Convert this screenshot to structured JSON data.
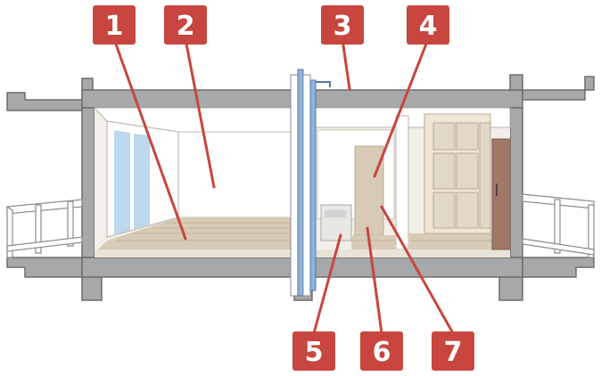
{
  "colors": {
    "concrete": "#a7a8aa",
    "concrete_edge": "#6d6e70",
    "badge": "#c8463f",
    "leader": "#c8463f",
    "floor_wood": "#d7cbb6",
    "interior_wall": "#f2efe9",
    "glass": "#bcd8ee",
    "cabinet": "#e2d8c8",
    "door": "#a07868"
  },
  "callouts": [
    {
      "number": "1"
    },
    {
      "number": "2"
    },
    {
      "number": "3"
    },
    {
      "number": "4"
    },
    {
      "number": "5"
    },
    {
      "number": "6"
    },
    {
      "number": "7"
    }
  ]
}
